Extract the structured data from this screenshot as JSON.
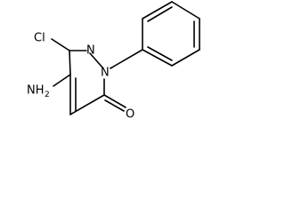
{
  "molecule": {
    "atoms": {
      "cl": "Cl",
      "n1": "N",
      "n2": "N",
      "nh2_n": "NH",
      "nh2_sub": "2",
      "o": "O"
    }
  }
}
